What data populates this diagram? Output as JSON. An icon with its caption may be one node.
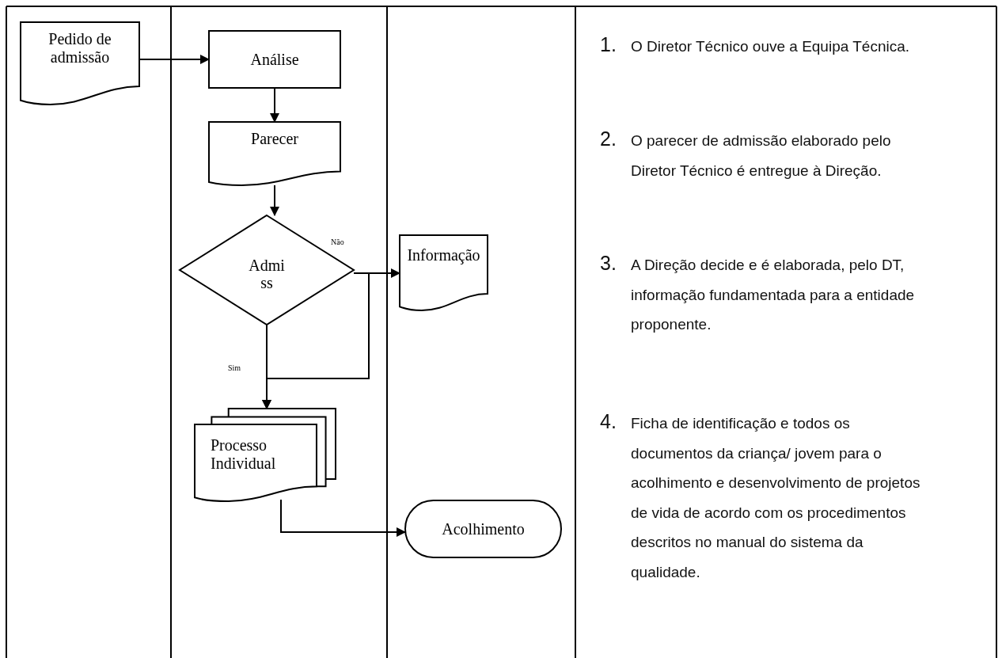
{
  "diagram": {
    "nodes": [
      {
        "text": [
          "Pedido de admissão"
        ]
      },
      {
        "text": [
          "Análise"
        ]
      },
      {
        "text": [
          "Parecer"
        ]
      },
      {
        "text": [
          "Admiss"
        ]
      },
      {
        "text": [
          "Informação"
        ]
      },
      {
        "text": [
          "Processo Individual"
        ]
      },
      {
        "text": [
          "Acolhimento"
        ]
      }
    ],
    "edges": [
      {
        "from": 0,
        "to": 1,
        "arrow": "to"
      },
      {
        "from": 1,
        "to": 2,
        "arrow": "to"
      },
      {
        "from": 2,
        "to": 3,
        "arrow": "to"
      },
      {
        "from": 3,
        "to": 4,
        "arrow": "to",
        "label": "Não"
      },
      {
        "from": 3,
        "to": 5,
        "arrow": "to",
        "label": "Sim"
      },
      {
        "from": 4,
        "to": 5,
        "arrow": "to"
      },
      {
        "from": 5,
        "to": 6,
        "arrow": "to"
      }
    ],
    "labels": [
      "1.",
      "O Diretor Técnico ouve a Equipa Técnica.",
      "2.",
      "O parecer de admissão elaborado pelo Diretor Técnico é entregue à Direção.",
      "3.",
      "A Direção decide e é elaborada, pelo DT, informação fundamentada para a entidade proponente.",
      "4.",
      "Ficha de identificação e todos os documentos da criança/ jovem para o acolhimento e desenvolvimento de projetos de vida de acordo com os procedimentos descritos no manual do sistema da qualidade."
    ]
  }
}
